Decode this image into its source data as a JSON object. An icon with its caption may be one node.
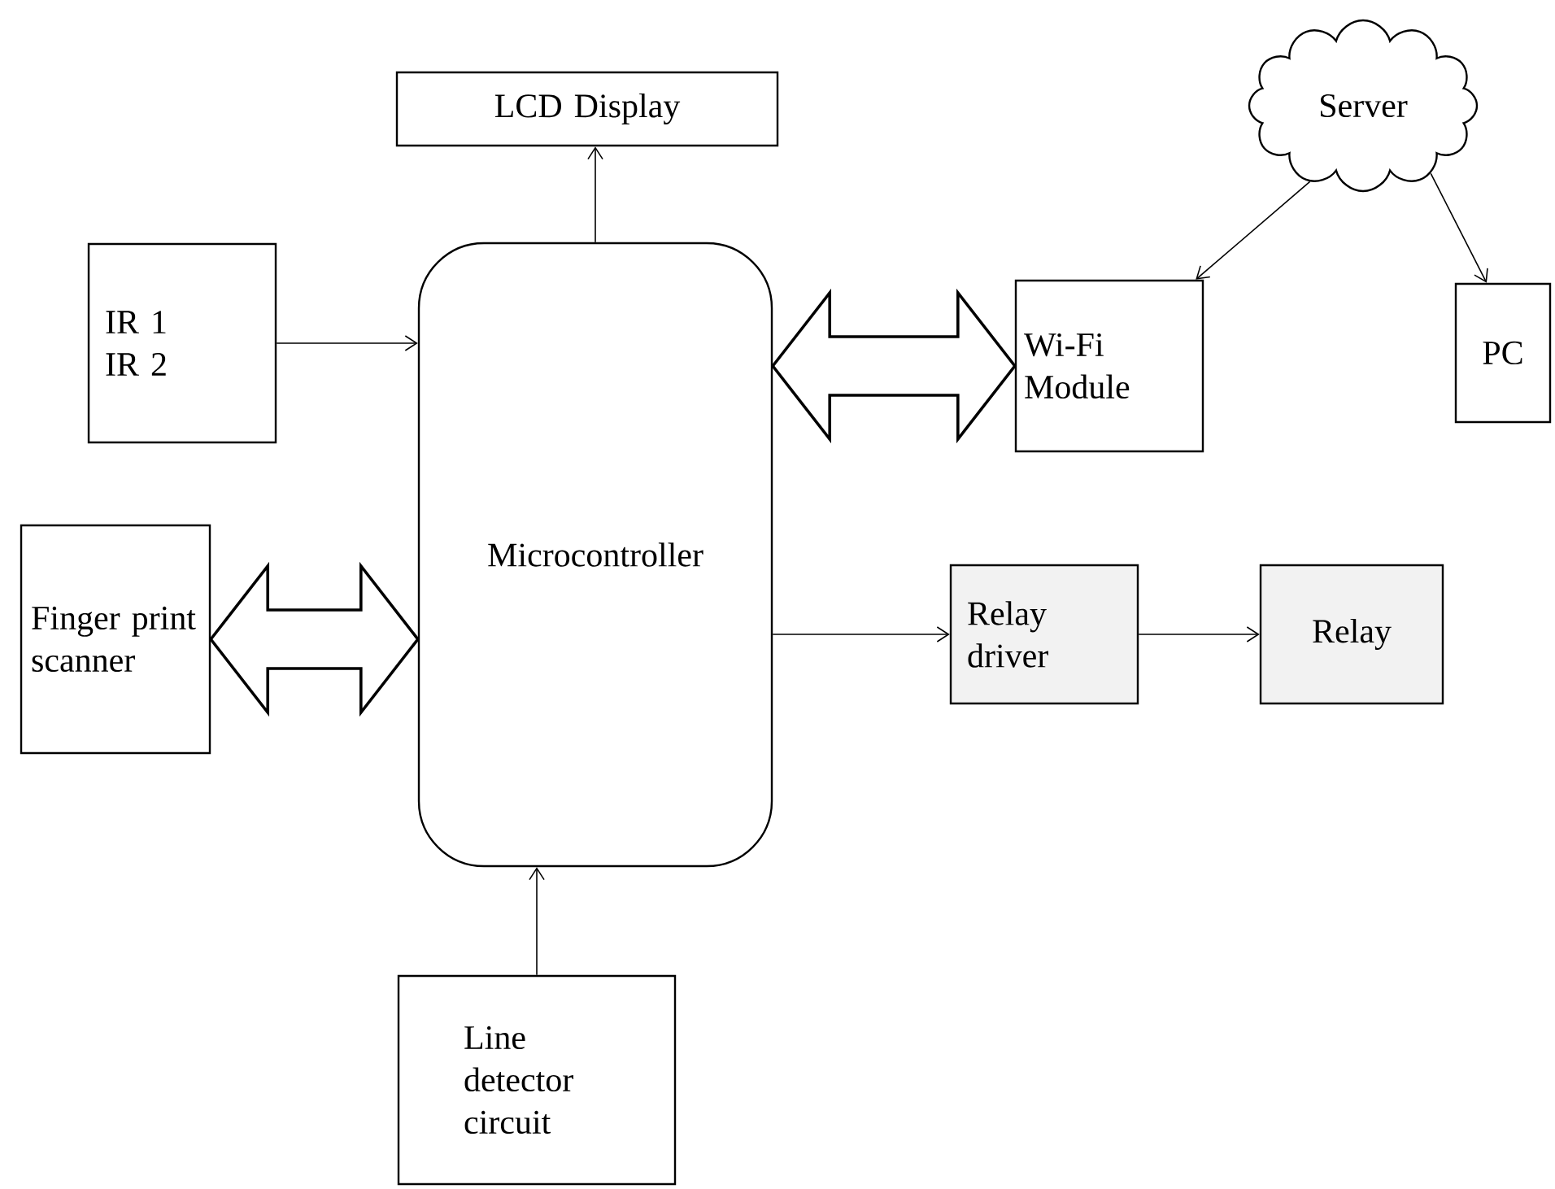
{
  "diagram": {
    "nodes": [
      {
        "text": [
          "LCD Display"
        ]
      },
      {
        "text": [
          "Server"
        ]
      },
      {
        "text": [
          "IR 1",
          "IR 2"
        ]
      },
      {
        "text": [
          "Microcontroller"
        ]
      },
      {
        "text": [
          "Wi-Fi Module"
        ]
      },
      {
        "text": [
          "PC"
        ]
      },
      {
        "text": [
          "Finger print scanner"
        ]
      },
      {
        "text": [
          "Relay driver"
        ]
      },
      {
        "text": [
          "Relay"
        ]
      },
      {
        "text": [
          "Line detector circuit"
        ]
      }
    ],
    "edges": [
      {
        "from": 3,
        "to": 0,
        "arrow": "to"
      },
      {
        "from": 2,
        "to": 3,
        "arrow": "to"
      },
      {
        "from": 3,
        "to": 4,
        "arrow": "both",
        "style": "thick"
      },
      {
        "from": 1,
        "to": 4,
        "arrow": "to"
      },
      {
        "from": 1,
        "to": 5,
        "arrow": "to"
      },
      {
        "from": 6,
        "to": 3,
        "arrow": "both",
        "style": "thick"
      },
      {
        "from": 3,
        "to": 7,
        "arrow": "to"
      },
      {
        "from": 7,
        "to": 8,
        "arrow": "to"
      },
      {
        "from": 9,
        "to": 3,
        "arrow": "to"
      }
    ]
  }
}
